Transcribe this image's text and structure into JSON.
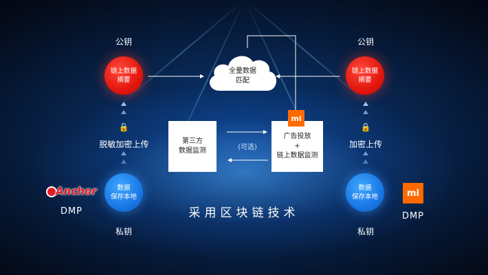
{
  "left": {
    "pub_key": "公钥",
    "hash_circle": [
      "链上数据",
      "摘要"
    ],
    "upload_label": "脱敏加密上传",
    "local_circle": [
      "数据",
      "保存本地"
    ],
    "priv_key": "私钥",
    "brand_logo_text": "Anchor",
    "dmp": "DMP"
  },
  "right": {
    "pub_key": "公钥",
    "hash_circle": [
      "链上数据",
      "摘要"
    ],
    "upload_label": "加密上传",
    "local_circle": [
      "数据",
      "保存本地"
    ],
    "priv_key": "私钥",
    "brand_logo_text": "mi",
    "dmp": "DMP"
  },
  "center": {
    "cloud": [
      "全量数据",
      "匹配"
    ],
    "third_party": [
      "第三方",
      "数据监测"
    ],
    "optional": "(可选)",
    "ad_box": [
      "广告投放",
      "+",
      "链上数据监测"
    ],
    "mi_logo": "mi"
  },
  "title": "采用区块链技术",
  "colors": {
    "red": "#e3170d",
    "blue": "#1a78e6",
    "mi_orange": "#ff6a00"
  }
}
